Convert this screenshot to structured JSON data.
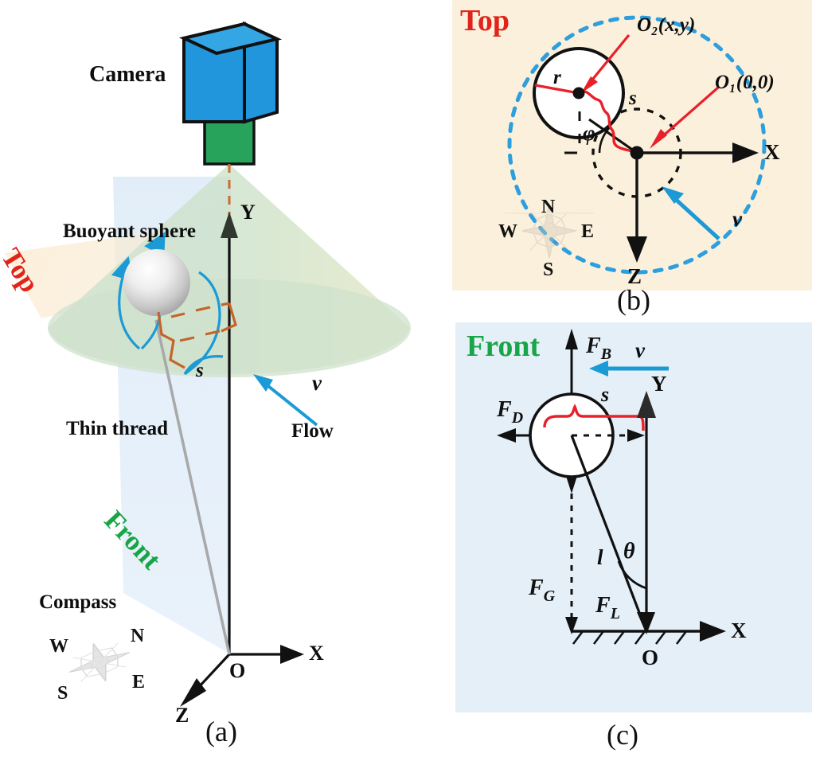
{
  "figure": {
    "panels": [
      {
        "id": "a",
        "caption": "(a)"
      },
      {
        "id": "b",
        "caption": "(b)"
      },
      {
        "id": "c",
        "caption": "(c)"
      }
    ],
    "colors": {
      "camera_body": "#2196dc",
      "camera_lens": "#27a35c",
      "top_label": "#e0231b",
      "front_label": "#17a548",
      "flow_arrow": "#1c9ad6",
      "thread_marker": "#c4642a",
      "panel_b_bg": "#fbf0dc",
      "panel_c_bg": "#e5eff8",
      "dashed_circle": "#2d9ede",
      "leader_red": "#e8202a",
      "sphere": "#d8d8d8"
    }
  },
  "panel_a": {
    "caption": "(a)",
    "labels": {
      "camera": "Camera",
      "buoyant_sphere": "Buoyant sphere",
      "thin_thread": "Thin thread",
      "compass": "Compass",
      "flow": "Flow",
      "top_plane": "Top",
      "front_plane": "Front"
    },
    "axes": {
      "x": "X",
      "y": "Y",
      "z": "Z",
      "origin": "O"
    },
    "symbols": {
      "velocity": "v",
      "displacement": "s"
    },
    "compass": {
      "n": "N",
      "e": "E",
      "s": "S",
      "w": "W"
    }
  },
  "panel_b": {
    "caption": "(b)",
    "view_label": "Top",
    "axes": {
      "x": "X",
      "z": "Z"
    },
    "annotations": {
      "sphere_center": "O₂(x,y)",
      "origin": "O₁(0,0)",
      "radius": "r",
      "displacement": "s",
      "angle": "φ",
      "velocity": "v"
    },
    "compass": {
      "n": "N",
      "e": "E",
      "s": "S",
      "w": "W"
    }
  },
  "panel_c": {
    "caption": "(c)",
    "view_label": "Front",
    "axes": {
      "x": "X",
      "y": "Y",
      "origin": "O"
    },
    "forces": {
      "buoyancy": "F",
      "buoyancy_sub": "B",
      "drag": "F",
      "drag_sub": "D",
      "gravity": "F",
      "gravity_sub": "G",
      "line_tension": "F",
      "line_tension_sub": "L"
    },
    "annotations": {
      "velocity": "v",
      "displacement": "s",
      "thread_length": "l",
      "angle": "θ"
    }
  }
}
